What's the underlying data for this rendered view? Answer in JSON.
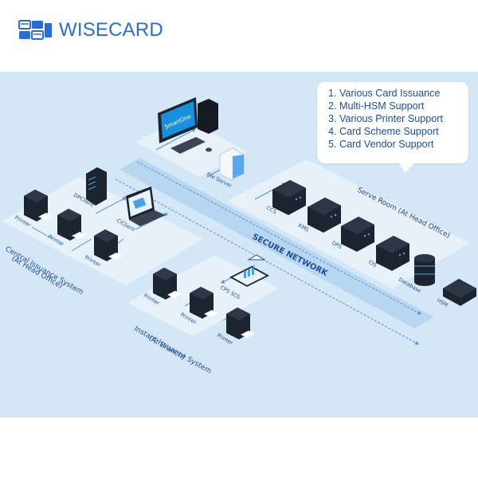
{
  "brand": {
    "name": "WISECARD",
    "logo_icon": "card-stack-logo",
    "color": "#2a6bd4"
  },
  "colors": {
    "panel": "#d4e7f6",
    "zone": "#e6f1fa",
    "network": "#b7d6ef",
    "text": "#1f4e95",
    "device_dark": "#1c2430"
  },
  "features": [
    "1. Various Card Issuance",
    "2. Multi-HSM Support",
    "3. Various Printer Support",
    "4. Card Scheme Support",
    "5. Card Vendor Support"
  ],
  "network": {
    "label": "SECURE NETWORK"
  },
  "workstation": {
    "screen_text": "SmartOne"
  },
  "nodes": {
    "file_server": "File Server",
    "dpclient": "DPClient",
    "ciclient": "CiClient",
    "ccs": "CCS",
    "kms": "KMS",
    "dps": "DPS",
    "cis": "CIS",
    "database": "Database",
    "hsm": "HSM",
    "cps_scs": "CPS SCS",
    "printer": "Printer"
  },
  "zones": {
    "serve_room": "Serve Room (At Head Office)",
    "central_line1": "Central Issuance System",
    "central_line2": "(At Head Office)",
    "instant_line1": "Instant Issuance System",
    "instant_line2": "(At Branch)"
  }
}
